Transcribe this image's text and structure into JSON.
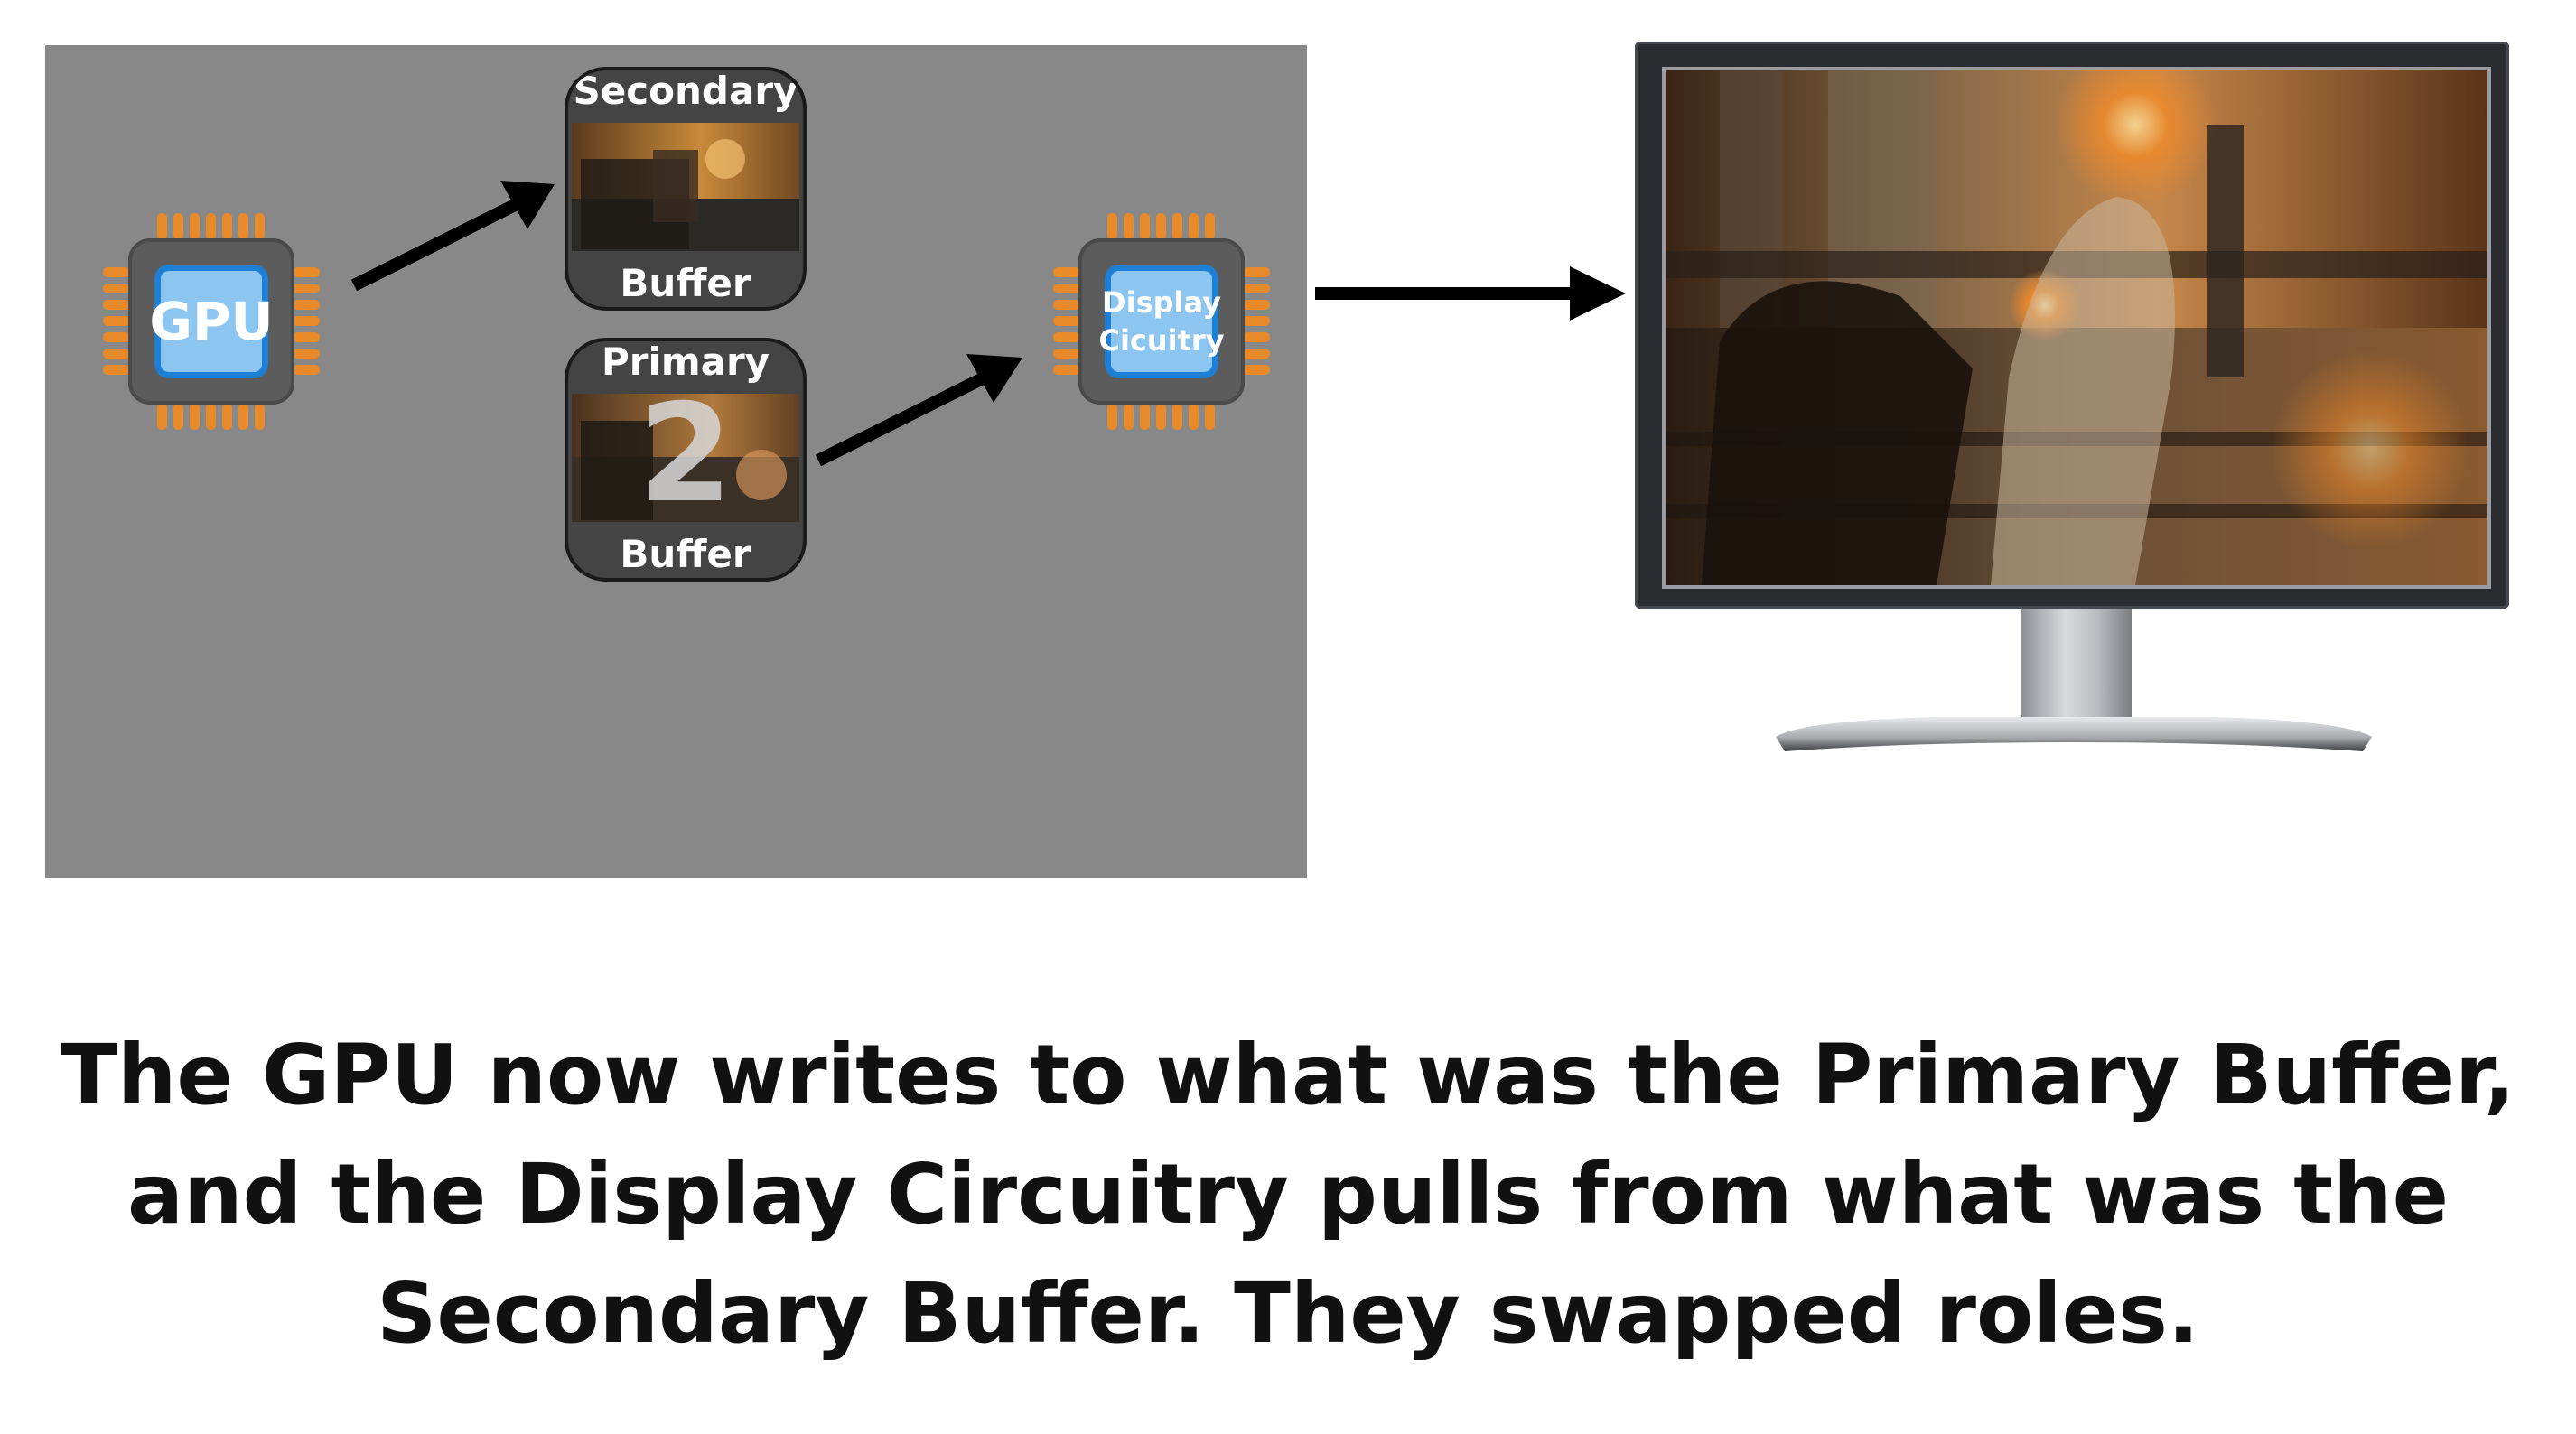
{
  "diagram": {
    "gpu_chip": {
      "label": "GPU"
    },
    "display_chip": {
      "label_line1": "Display",
      "label_line2": "Cicuitry"
    },
    "secondary_buffer": {
      "top_label": "Secondary",
      "bottom_label": "Buffer"
    },
    "primary_buffer": {
      "top_label": "Primary",
      "bottom_label": "Buffer",
      "overlay_number": "2"
    }
  },
  "caption": {
    "line1": "The GPU now writes to what was the Primary Buffer,",
    "line2": "and the Display Circuitry pulls from what was the",
    "line3": "Secondary Buffer. They swapped roles."
  },
  "colors": {
    "panel": "#888888",
    "chip_pins": "#e8892a",
    "chip_die": "#8cc6f0",
    "chip_die_border": "#1d7fd6",
    "arrow": "#000000"
  }
}
